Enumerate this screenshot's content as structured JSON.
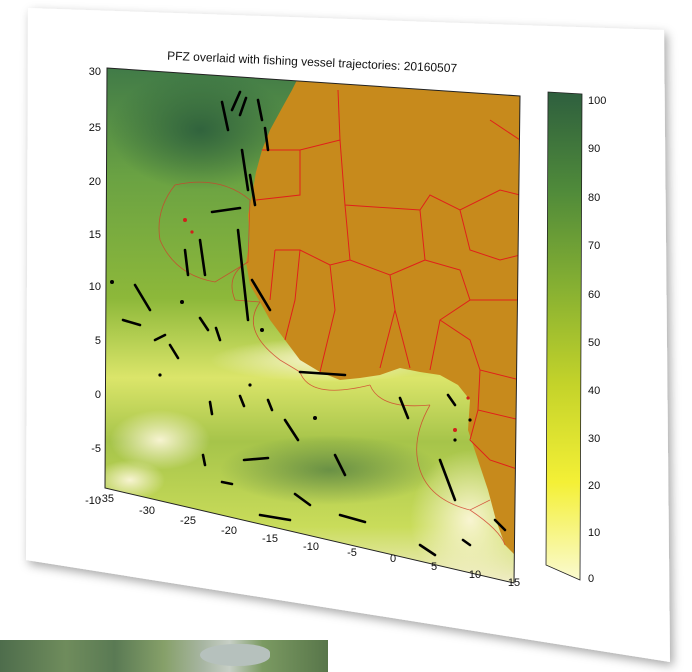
{
  "figure": {
    "title": "PFZ overlaid with fishing vessel trajectories: 20160507"
  },
  "map": {
    "x_ticks": [
      "-35",
      "-30",
      "-25",
      "-20",
      "-15",
      "-10",
      "-5",
      "0",
      "5",
      "10",
      "15"
    ],
    "y_ticks": [
      "30",
      "25",
      "20",
      "15",
      "10",
      "5",
      "0",
      "-5",
      "-10"
    ],
    "lon_range": [
      -35,
      15
    ],
    "lat_range": [
      -10,
      30
    ],
    "land_color": "#c78a1c",
    "border_color": "#e0201a",
    "vessel_color": "#000000"
  },
  "colorbar": {
    "ticks": [
      "100",
      "90",
      "80",
      "70",
      "60",
      "50",
      "40",
      "30",
      "20",
      "10",
      "0"
    ],
    "colors": [
      "#2e5f3e",
      "#4f8a3a",
      "#86b032",
      "#c4d32a",
      "#f4f036",
      "#fafad0"
    ]
  },
  "chart_data": {
    "type": "heatmap",
    "title": "PFZ overlaid with fishing vessel trajectories: 20160507",
    "xlim": [
      -35,
      15
    ],
    "ylim": [
      -10,
      30
    ],
    "colorbar_range": [
      0,
      100
    ],
    "x_ticks": [
      -35,
      -30,
      -25,
      -20,
      -15,
      -10,
      -5,
      0,
      5,
      10,
      15
    ],
    "y_ticks": [
      -10,
      -5,
      0,
      5,
      10,
      15,
      20,
      25,
      30
    ]
  }
}
